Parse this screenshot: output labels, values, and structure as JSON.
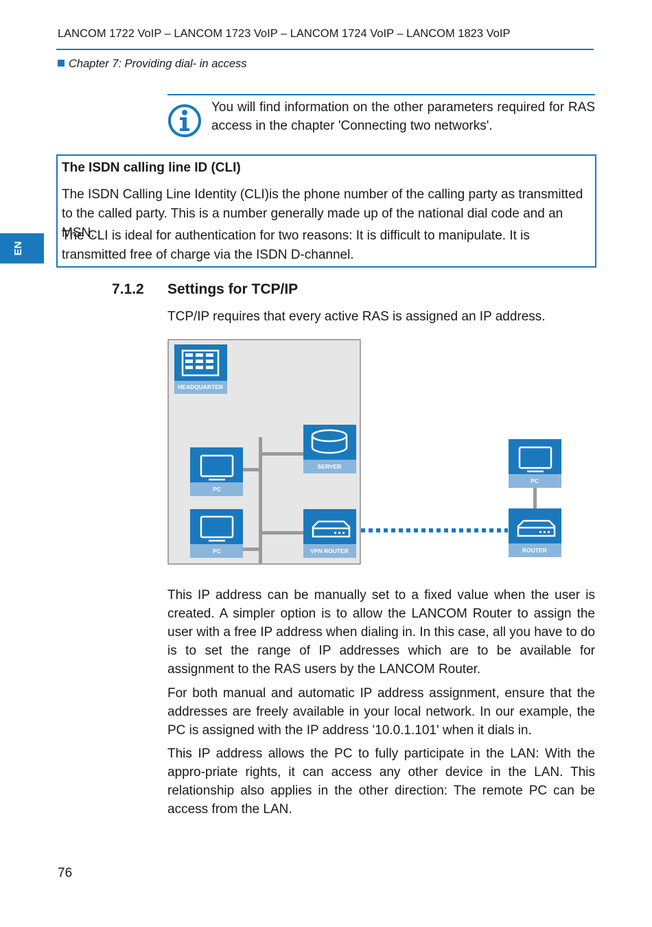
{
  "header": {
    "title": "LANCOM 1722 VoIP – LANCOM 1723 VoIP – LANCOM 1724 VoIP – LANCOM 1823 VoIP",
    "chapter": "Chapter 7: Providing dial- in access"
  },
  "info_note": "You will find information on the other parameters required for RAS access in the chapter 'Connecting two networks'.",
  "cli_box": {
    "title": "The ISDN calling line ID (CLI)",
    "p1": "The ISDN Calling Line Identity (CLI)is the phone number of the calling party as transmitted to the called party. This is a number generally made up of the national dial code and an MSN.",
    "p2": "The CLI is ideal for authentication for two reasons: It is difficult to manipulate. It is transmitted free of charge via the ISDN D-channel."
  },
  "side_tab": "EN",
  "section": {
    "number": "7.1.2",
    "title": "Settings for TCP/IP",
    "intro": "TCP/IP requires that every active RAS is assigned an IP address."
  },
  "diagram": {
    "labels": {
      "headquarter": "HEADQUARTER",
      "server": "SERVER",
      "pc1": "PC",
      "pc2": "PC",
      "vpn_router": "VPN ROUTER",
      "remote_pc": "PC",
      "router": "ROUTER"
    },
    "colors": {
      "blue": "#1a79bd",
      "light_blue": "#8bb6dc",
      "gray_bg": "#e6e6e6",
      "line": "#9a9a9a"
    }
  },
  "body": {
    "p1": "This IP address can be manually set to a fixed value when the user is created. A simpler option is to allow the LANCOM Router to assign the user with a free IP address when dialing in. In this case, all you have to do is to set the range of IP addresses which are to be available for assignment to the RAS users by the LANCOM Router.",
    "p2": "For both manual and automatic IP address assignment, ensure that the addresses are freely available in your local network. In our example, the PC is assigned with the IP address '10.0.1.101' when it dials in.",
    "p3": "This IP address allows the PC to fully participate in the LAN: With the appro-priate rights, it can access any other device in the LAN. This relationship also applies in the other direction: The remote PC can be access from the LAN."
  },
  "page_number": "76"
}
